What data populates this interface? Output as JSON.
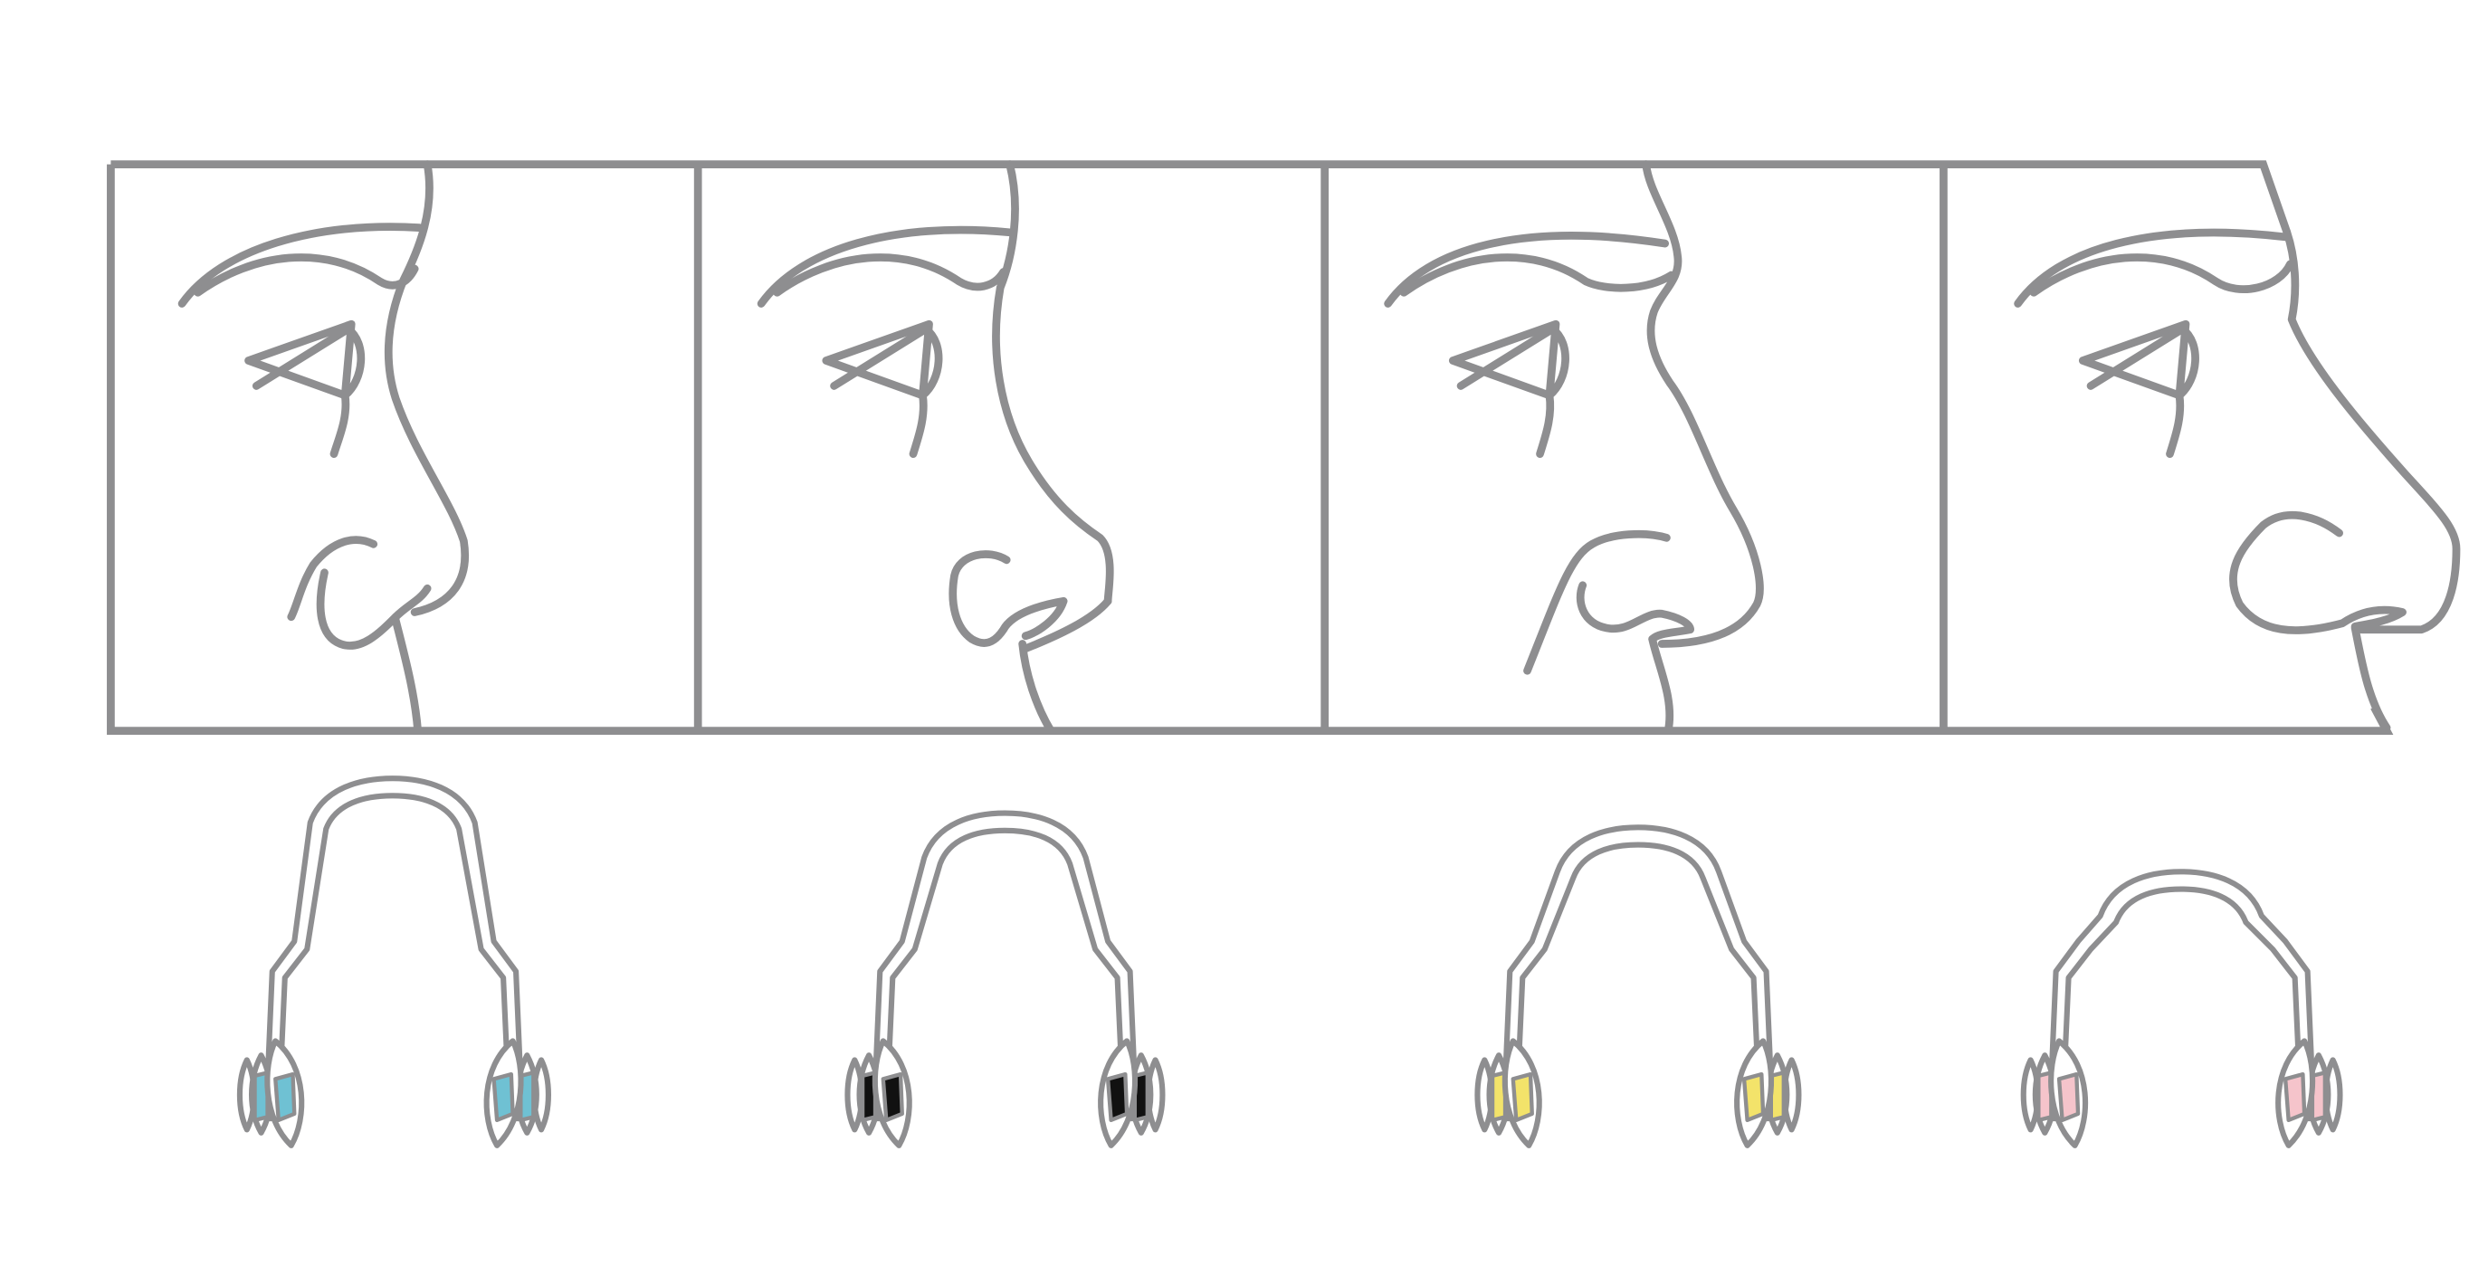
{
  "figure": {
    "panel_count": 4,
    "line_color": "#8e8e90",
    "background": "#ffffff"
  },
  "panels": [
    {
      "nose_shape": "straight-short-nose",
      "clip_pad_color": "#6fc1d3",
      "clip_pad_stroke": "#8e8e90"
    },
    {
      "nose_shape": "long-hooked-nose",
      "clip_pad_color": "#111111",
      "clip_pad_stroke": "#555555"
    },
    {
      "nose_shape": "humped-nose",
      "clip_pad_color": "#f3e36a",
      "clip_pad_stroke": "#8e8e90"
    },
    {
      "nose_shape": "large-broad-nose",
      "clip_pad_color": "#f5c4cb",
      "clip_pad_stroke": "#8e8e90"
    }
  ]
}
